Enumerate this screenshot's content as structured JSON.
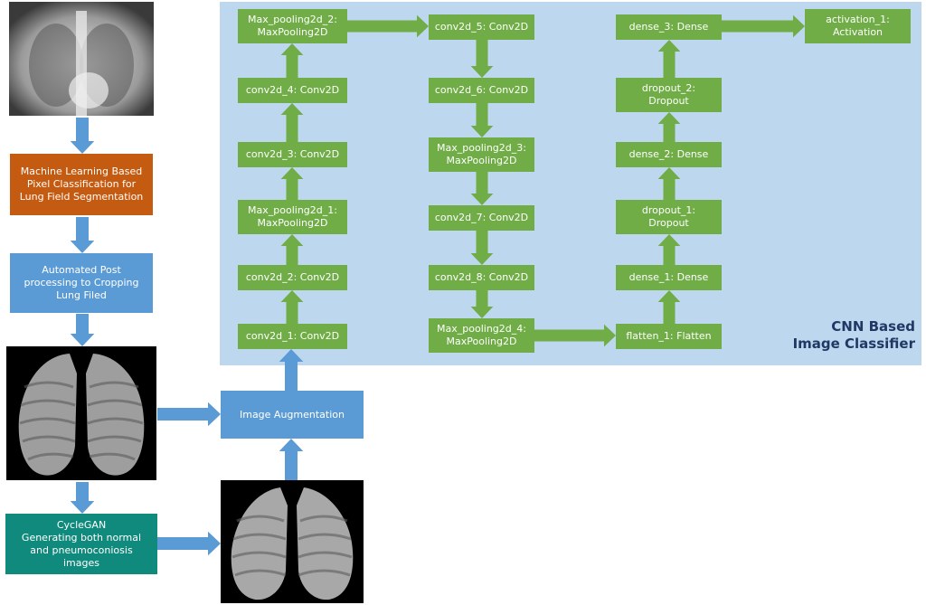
{
  "panel": {
    "title": "CNN Based\nImage Classifier"
  },
  "pipeline": {
    "segmentation": "Machine Learning Based\nPixel Classification for\nLung Field Segmentation",
    "cropping": "Automated Post\nprocessing to Cropping\nLung Filed",
    "cyclegan": "CycleGAN\nGenerating both normal\nand pneumoconiosis\nimages",
    "augmentation": "Image Augmentation"
  },
  "cnn": {
    "col1": [
      "conv2d_1: Conv2D",
      "conv2d_2: Conv2D",
      "Max_pooling2d_1:\nMaxPooling2D",
      "conv2d_3: Conv2D",
      "conv2d_4: Conv2D",
      "Max_pooling2d_2:\nMaxPooling2D"
    ],
    "col2": [
      "conv2d_5: Conv2D",
      "conv2d_6: Conv2D",
      "Max_pooling2d_3:\nMaxPooling2D",
      "conv2d_7: Conv2D",
      "conv2d_8: Conv2D",
      "Max_pooling2d_4:\nMaxPooling2D"
    ],
    "col3": [
      "flatten_1: Flatten",
      "dense_1: Dense",
      "dropout_1:\nDropout",
      "dense_2: Dense",
      "dropout_2:\nDropout",
      "dense_3: Dense"
    ],
    "output": "activation_1:\nActivation"
  },
  "colors": {
    "green": "#70ad47",
    "blue": "#5b9bd5",
    "orange": "#c55a11",
    "teal": "#0f8a7c",
    "panel": "#bdd7ee"
  }
}
